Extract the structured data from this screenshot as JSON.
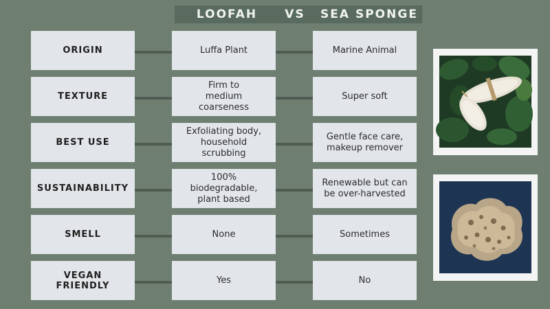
{
  "header": {
    "left": "LOOFAH",
    "vs": "VS",
    "right": "SEA SPONGE"
  },
  "rows": [
    {
      "category": "ORIGIN",
      "loofah": "Luffa Plant",
      "sponge": "Marine Animal"
    },
    {
      "category": "TEXTURE",
      "loofah": "Firm to\nmedium\ncoarseness",
      "sponge": "Super soft"
    },
    {
      "category": "BEST USE",
      "loofah": "Exfoliating body,\nhousehold\nscrubbing",
      "sponge": "Gentle face care,\nmakeup remover"
    },
    {
      "category": "SUSTAINABILITY",
      "loofah": "100%\nbiodegradable,\nplant based",
      "sponge": "Renewable but can\nbe over-harvested"
    },
    {
      "category": "SMELL",
      "loofah": "None",
      "sponge": "Sometimes"
    },
    {
      "category": "VEGAN FRIENDLY",
      "loofah": "Yes",
      "sponge": "No"
    }
  ],
  "images": {
    "loofah_photo": "loofah-photo",
    "sponge_photo": "sea-sponge-photo"
  },
  "colors": {
    "background": "#6e7f71",
    "title_bar": "#596b5e",
    "cell": "#e2e6ea",
    "connector": "#4f5b53"
  }
}
